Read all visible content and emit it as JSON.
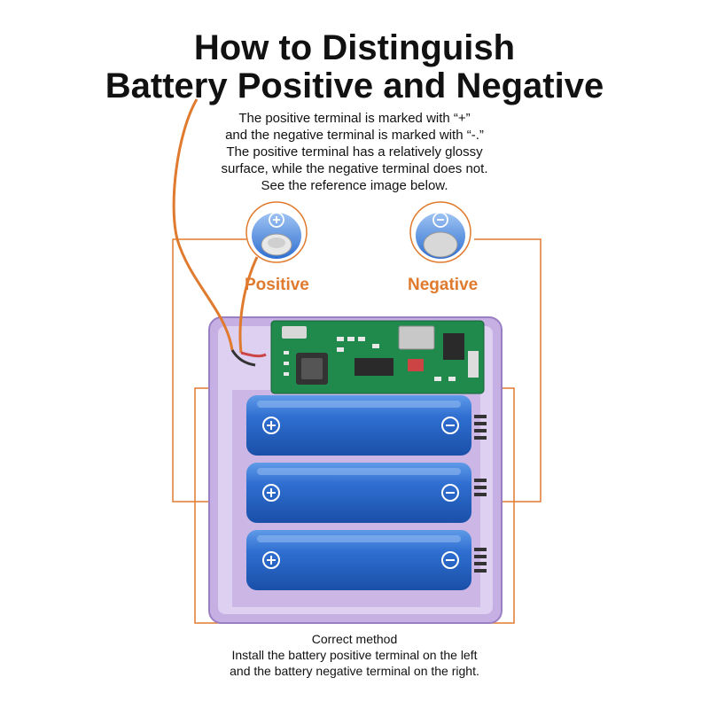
{
  "title": {
    "line1": "How to Distinguish",
    "line2": "Battery Positive and Negative"
  },
  "description": [
    "The positive terminal is marked with “+”",
    "and the negative terminal is marked with “-.”",
    "The positive terminal has a relatively glossy",
    "surface, while the negative terminal does not.",
    "See the reference image below."
  ],
  "labels": {
    "positive": "Positive",
    "negative": "Negative"
  },
  "footer": {
    "heading": "Correct method",
    "line1": "Install the battery positive terminal on the left",
    "line2": "and the battery negative terminal on the right."
  },
  "colors": {
    "accent": "#e07a2e",
    "battery": "#2f6fd1",
    "case": "#b99fd8",
    "pcb": "#1f8a4c"
  },
  "icons": {
    "positive_terminal": "plus-circle-icon",
    "negative_terminal": "minus-circle-icon"
  }
}
